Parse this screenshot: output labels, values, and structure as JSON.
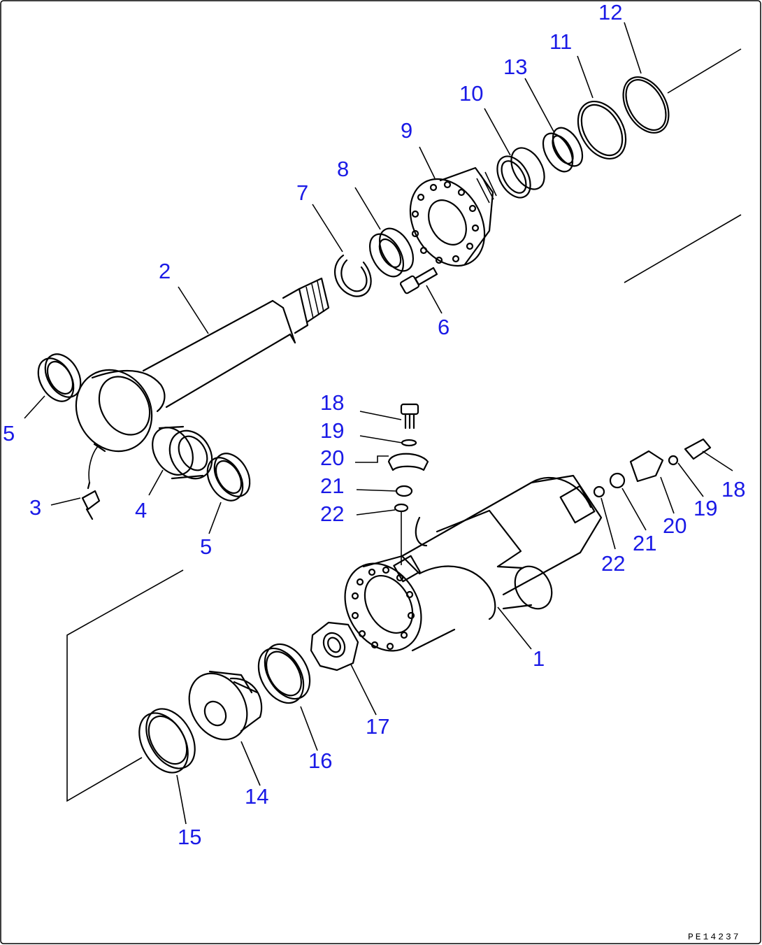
{
  "drawing_code": "PE14237",
  "callouts": {
    "c1": "1",
    "c2": "2",
    "c3": "3",
    "c4": "4",
    "c5a": "5",
    "c5b": "5",
    "c6": "6",
    "c7": "7",
    "c8": "8",
    "c9": "9",
    "c10": "10",
    "c11": "11",
    "c12": "12",
    "c13": "13",
    "c14": "14",
    "c15": "15",
    "c16": "16",
    "c17": "17",
    "c18a": "18",
    "c19a": "19",
    "c20a": "20",
    "c21a": "21",
    "c22a": "22",
    "c18b": "18",
    "c19b": "19",
    "c20b": "20",
    "c21b": "21",
    "c22b": "22"
  },
  "colors": {
    "callout": "#1a1ae6",
    "linework": "#000000",
    "background": "#ffffff"
  }
}
